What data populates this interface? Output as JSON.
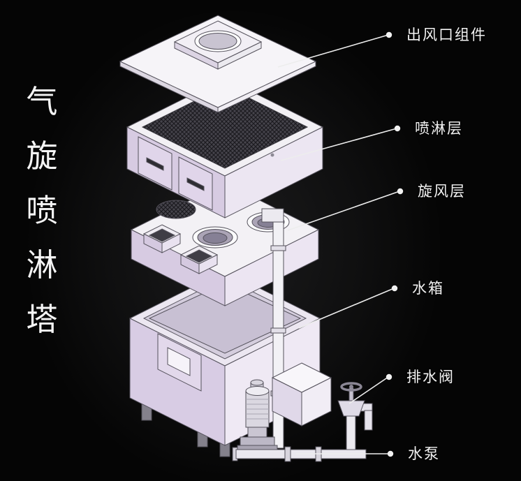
{
  "page": {
    "background_color": "#050505",
    "text_color": "#f2f2f2"
  },
  "title": {
    "text": "气旋喷淋塔",
    "chars": [
      "气",
      "旋",
      "喷",
      "淋",
      "塔"
    ]
  },
  "labels": [
    {
      "id": "outlet-assembly",
      "text": "出风口组件"
    },
    {
      "id": "spray-layer",
      "text": "喷淋层"
    },
    {
      "id": "cyclone-layer",
      "text": "旋风层"
    },
    {
      "id": "water-tank",
      "text": "水箱"
    },
    {
      "id": "drain-valve",
      "text": "排水阀"
    },
    {
      "id": "water-pump",
      "text": "水泵"
    }
  ],
  "colors": {
    "leader_line": "#ededed",
    "leader_dot": "#f2f2f2",
    "machine_outline": "#55525c",
    "machine_white": "#f4f2f6",
    "machine_lavender": "#d8cce3",
    "machine_lavender_light": "#ece6f2",
    "mesh_dark": "#46444c"
  }
}
